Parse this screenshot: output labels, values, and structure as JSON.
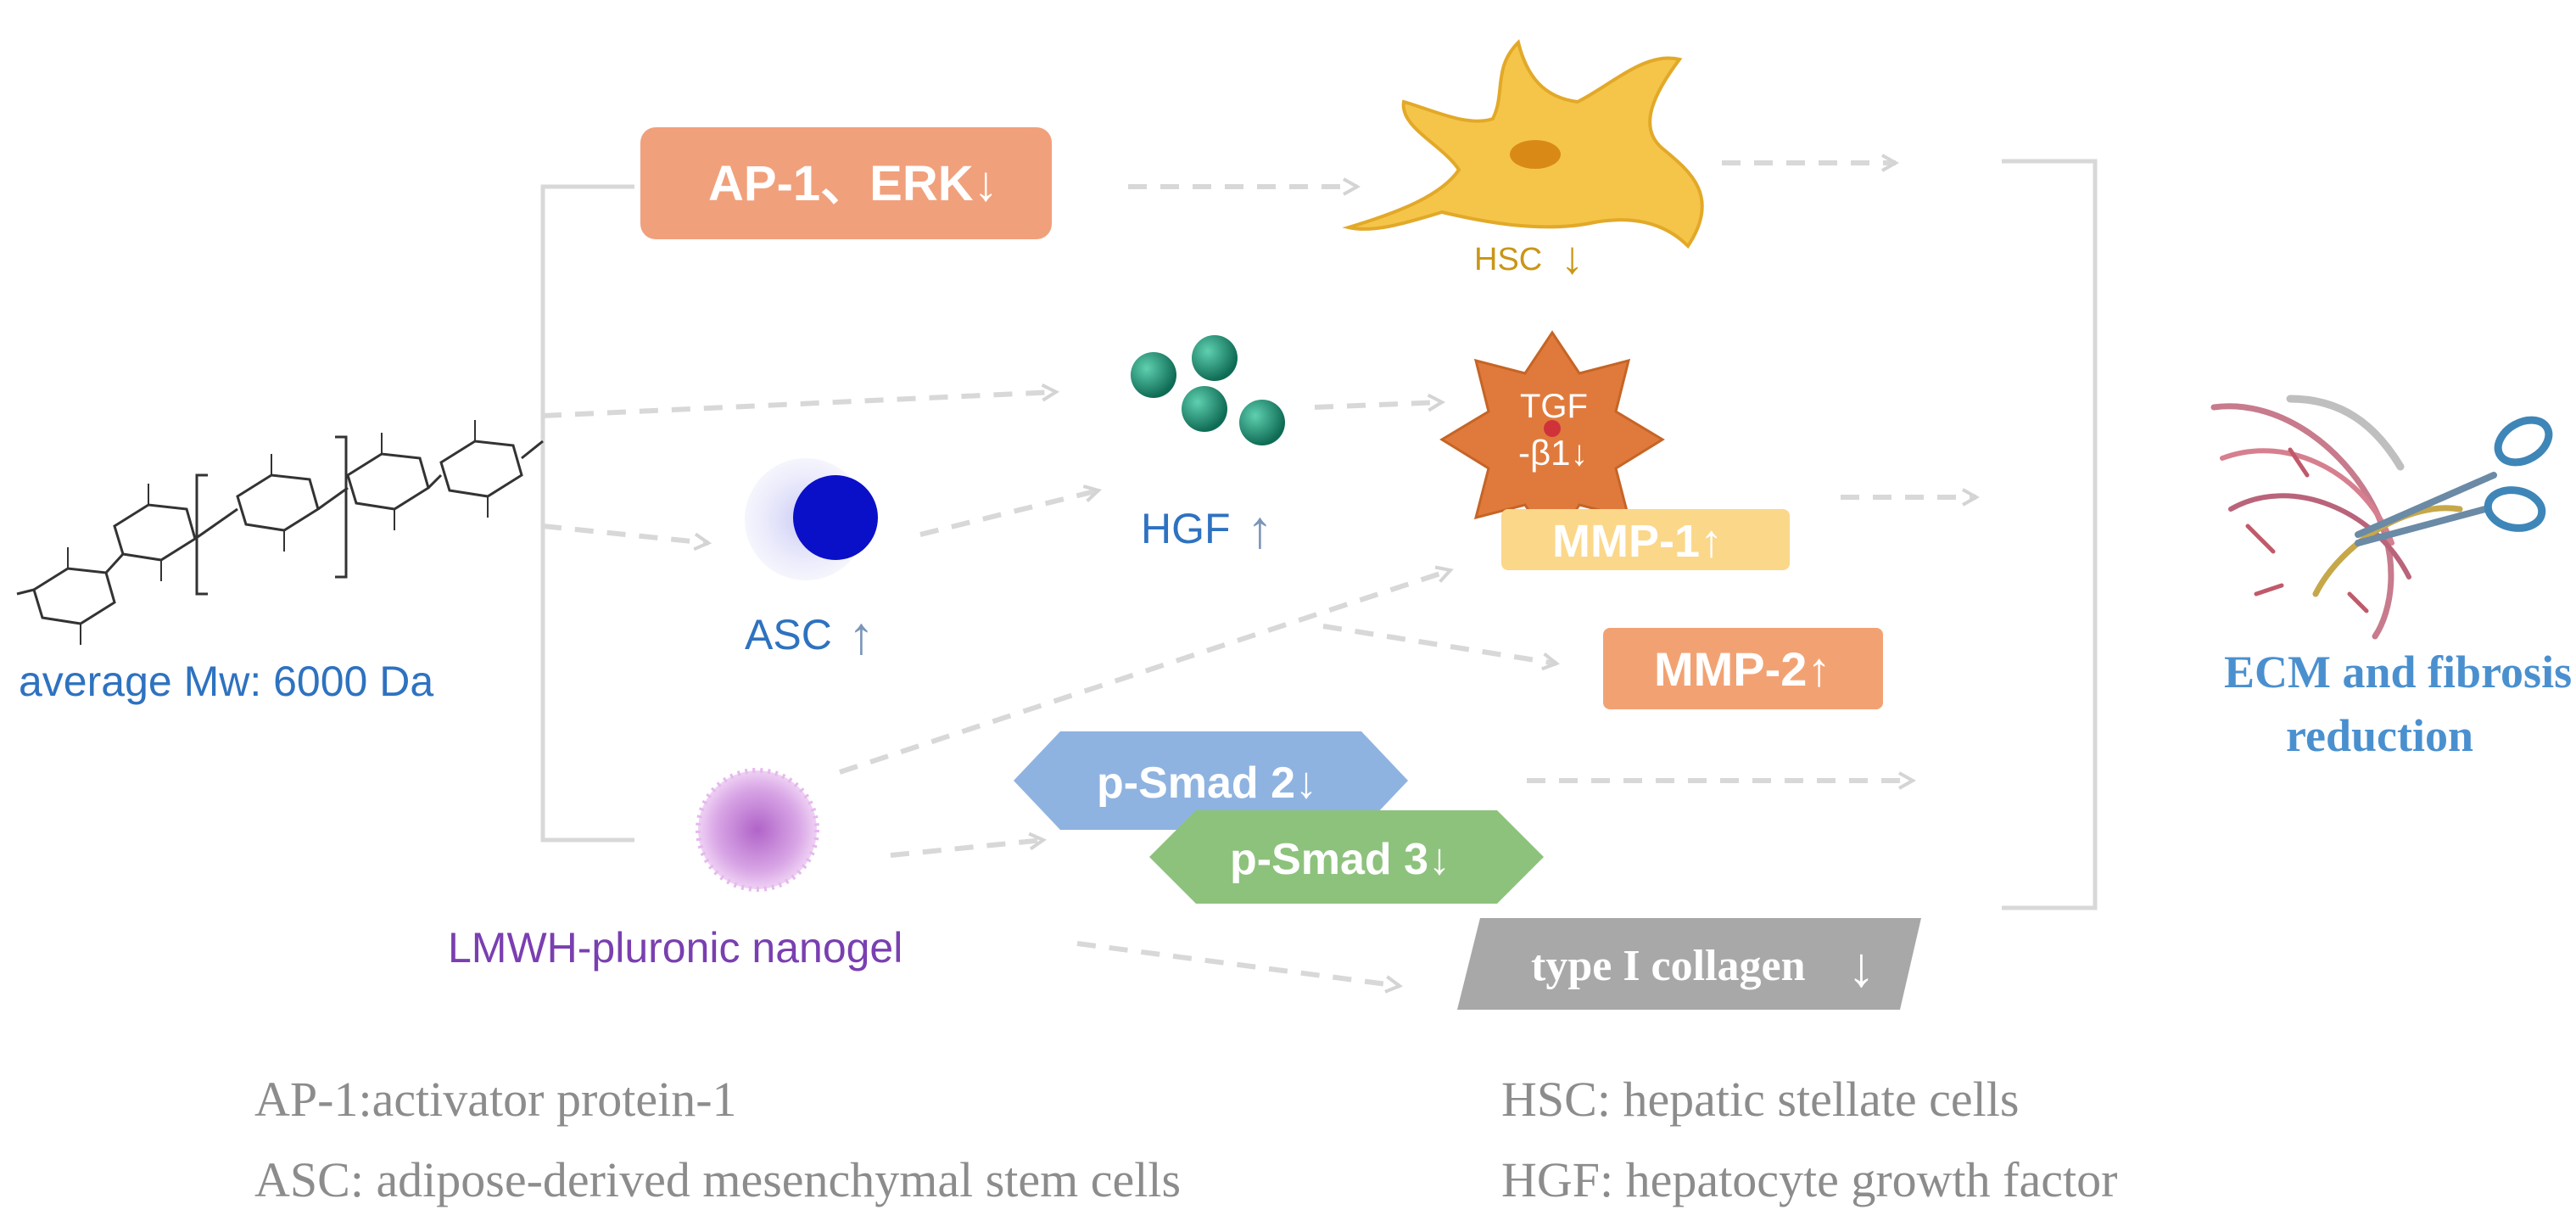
{
  "molecule": {
    "label": "average Mw: 6000 Da"
  },
  "nanogel": {
    "label": "LMWH-pluronic nanogel"
  },
  "asc": {
    "label": "ASC",
    "arrow": "↑"
  },
  "hgf": {
    "label": "HGF",
    "arrow": "↑"
  },
  "hsc": {
    "label": "HSC",
    "arrow": "↓"
  },
  "boxes": {
    "ap1_erk": "AP-1、ERK↓",
    "tgf_line1": "TGF",
    "tgf_line2": "-β1↓",
    "mmp1": "MMP-1↑",
    "mmp2": "MMP-2↑",
    "psmad2": "p-Smad 2↓",
    "psmad3": "p-Smad 3↓",
    "collagen": "type I collagen",
    "collagen_arrow": "↓"
  },
  "outcome": {
    "line1": "ECM and fibrosis",
    "line2": "reduction"
  },
  "legend": {
    "ap1": "AP-1:activator protein-1",
    "asc": "ASC: adipose-derived mesenchymal stem cells",
    "hsc": "HSC: hepatic stellate cells",
    "hgf": "HGF: hepatocyte growth factor"
  },
  "colors": {
    "ap1_box": "#f1a07c",
    "mmp1_box": "#fbd78a",
    "mmp2_box": "#f2a272",
    "smad2_box": "#8fb3e0",
    "smad3_box": "#8dc27c",
    "collagen_box": "#a8a8a8",
    "tgf_star": "#e07a3c",
    "hsc_cell": "#f5c54a",
    "hgf_dots": "#1f8a6e",
    "asc_cell": "#0a10c8",
    "nanogel": "#c98ad8",
    "blue_label": "#2e72c0",
    "purple_label": "#7a3fb0",
    "arrow_gray": "#d6d6d6"
  }
}
